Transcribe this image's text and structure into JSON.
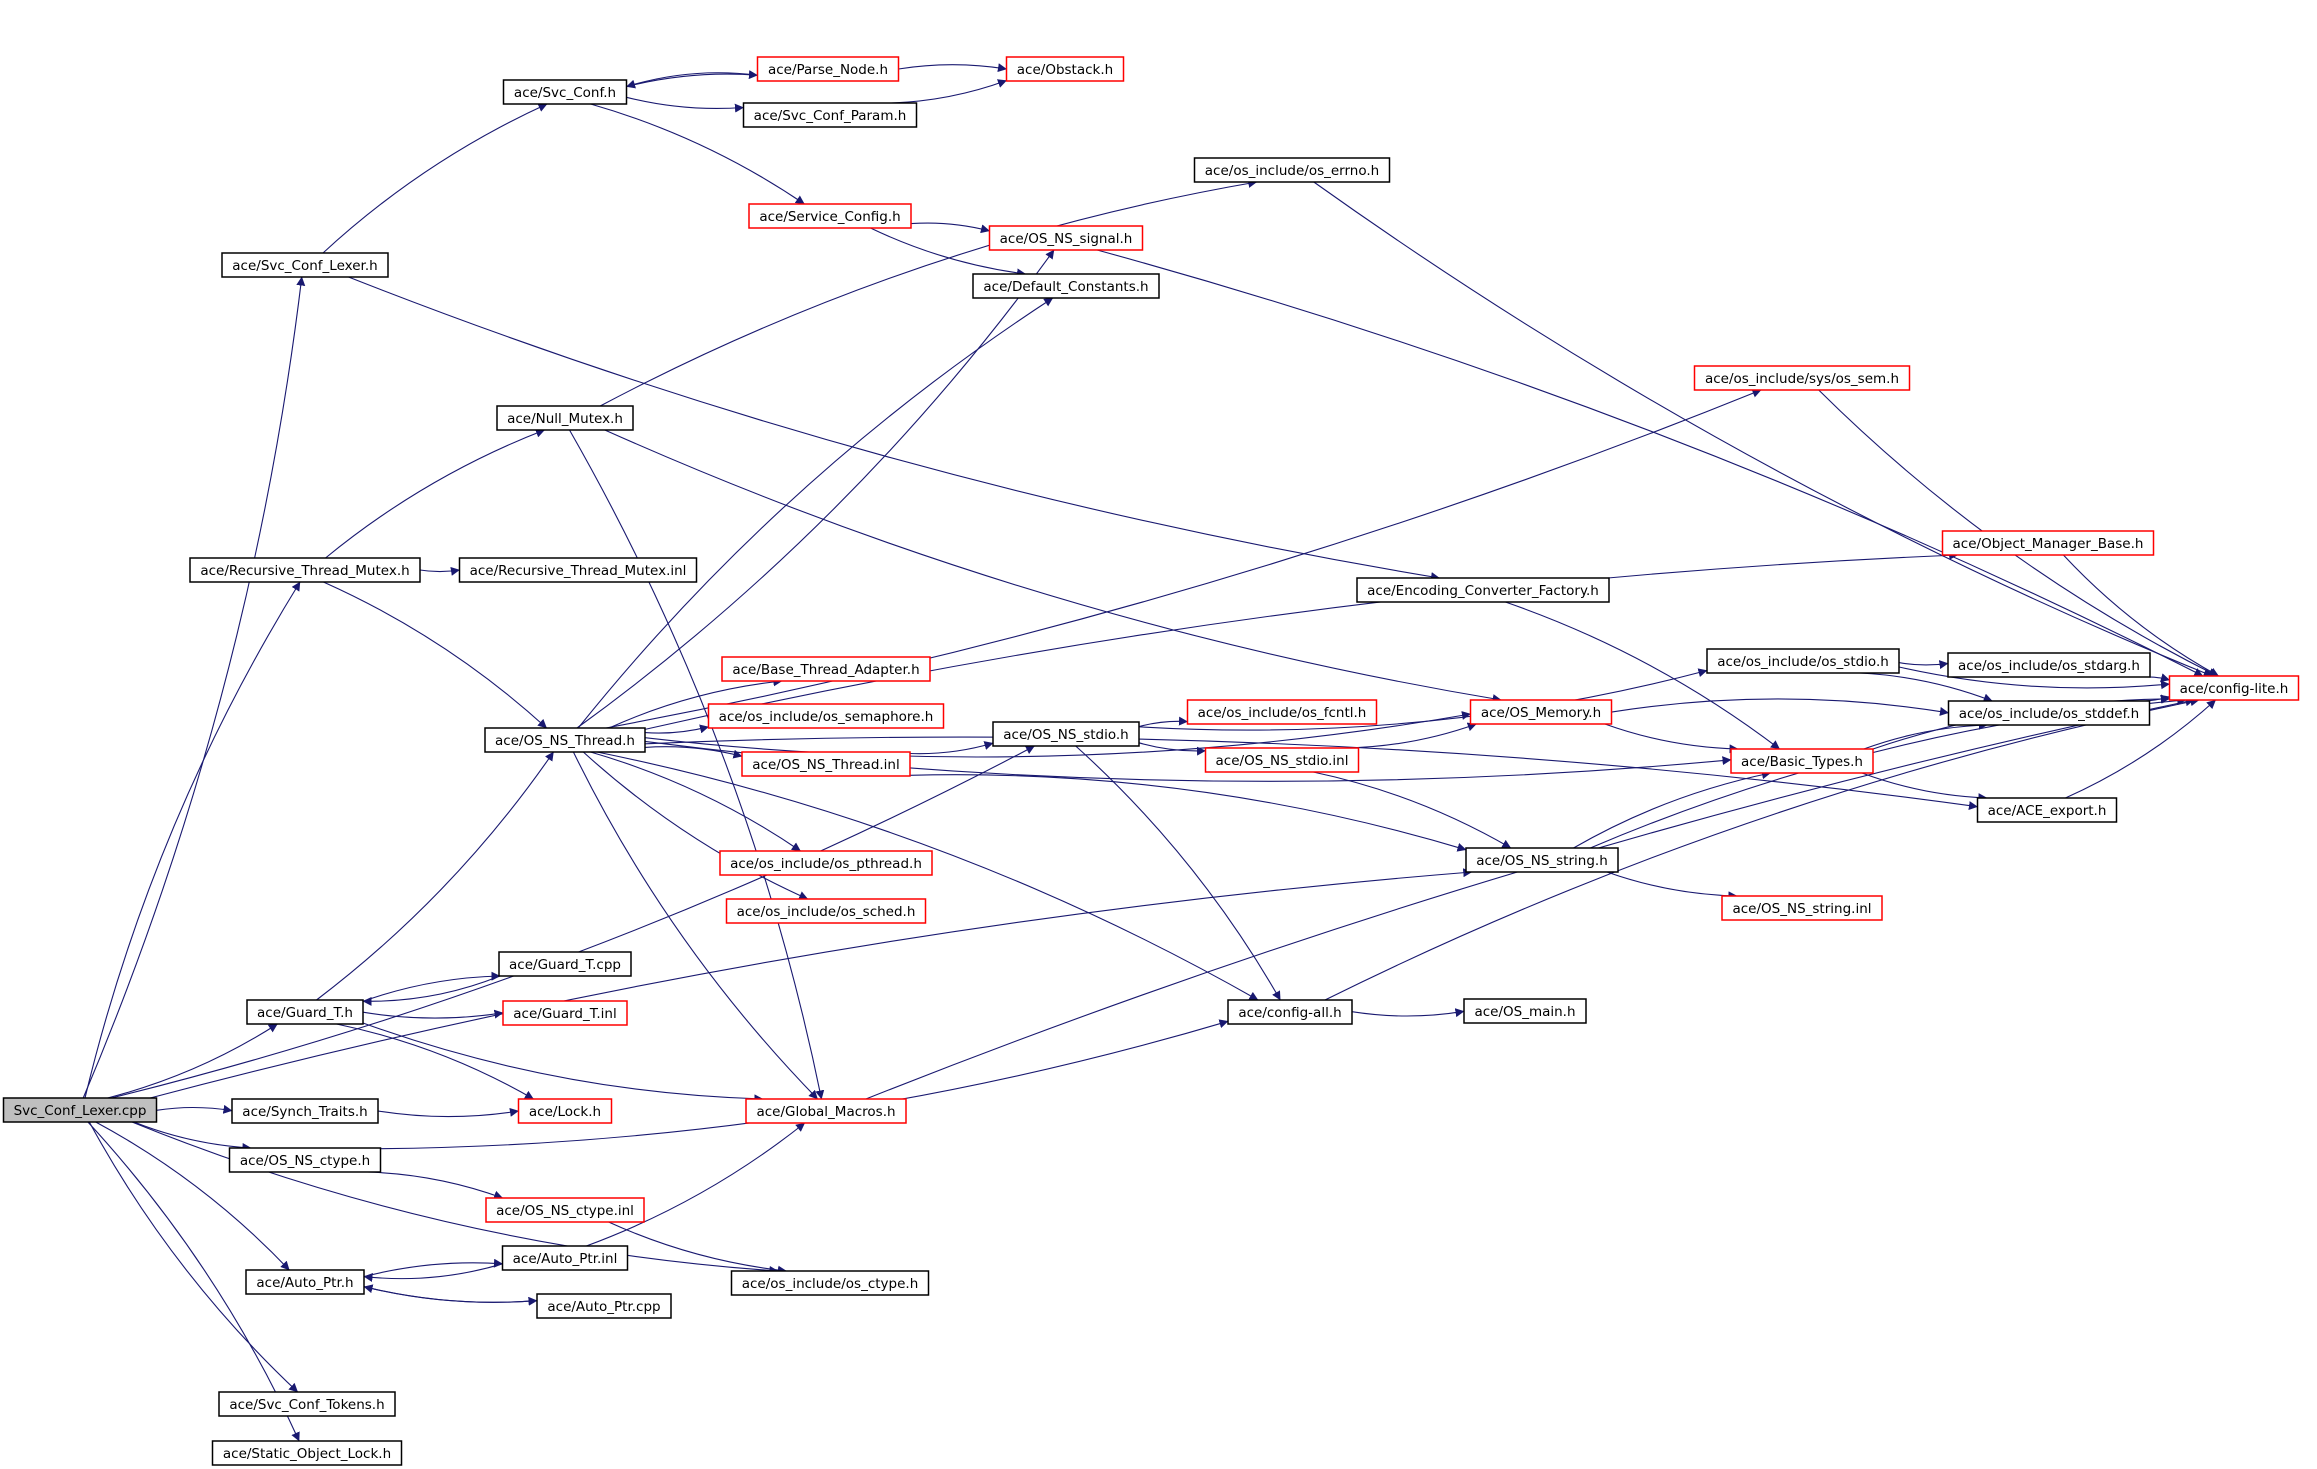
{
  "diagram": {
    "edge_color": "#191970",
    "colors": {
      "black_border": "#000000",
      "red_border": "#ff0000",
      "root_fill": "#bfbfbf"
    },
    "nodes": [
      {
        "id": "svc_conf_lexer_cpp",
        "label": "Svc_Conf_Lexer.cpp",
        "border": "black",
        "root": true
      },
      {
        "id": "svc_conf_lexer_h",
        "label": "ace/Svc_Conf_Lexer.h",
        "border": "black"
      },
      {
        "id": "svc_conf_h",
        "label": "ace/Svc_Conf.h",
        "border": "black"
      },
      {
        "id": "parse_node_h",
        "label": "ace/Parse_Node.h",
        "border": "red"
      },
      {
        "id": "obstack_h",
        "label": "ace/Obstack.h",
        "border": "red"
      },
      {
        "id": "svc_conf_param_h",
        "label": "ace/Svc_Conf_Param.h",
        "border": "black"
      },
      {
        "id": "service_config_h",
        "label": "ace/Service_Config.h",
        "border": "red"
      },
      {
        "id": "os_ns_signal_h",
        "label": "ace/OS_NS_signal.h",
        "border": "red"
      },
      {
        "id": "default_constants_h",
        "label": "ace/Default_Constants.h",
        "border": "black"
      },
      {
        "id": "os_errno_h",
        "label": "ace/os_include/os_errno.h",
        "border": "black"
      },
      {
        "id": "config_lite_h",
        "label": "ace/config-lite.h",
        "border": "red"
      },
      {
        "id": "null_mutex_h",
        "label": "ace/Null_Mutex.h",
        "border": "black"
      },
      {
        "id": "sys_os_sem_h",
        "label": "ace/os_include/sys/os_sem.h",
        "border": "red"
      },
      {
        "id": "rec_thread_mutex_h",
        "label": "ace/Recursive_Thread_Mutex.h",
        "border": "black"
      },
      {
        "id": "rec_thread_mutex_inl",
        "label": "ace/Recursive_Thread_Mutex.inl",
        "border": "black"
      },
      {
        "id": "object_manager_base_h",
        "label": "ace/Object_Manager_Base.h",
        "border": "red"
      },
      {
        "id": "encoding_converter_factory_h",
        "label": "ace/Encoding_Converter_Factory.h",
        "border": "black"
      },
      {
        "id": "base_thread_adapter_h",
        "label": "ace/Base_Thread_Adapter.h",
        "border": "red"
      },
      {
        "id": "os_stdio_h",
        "label": "ace/os_include/os_stdio.h",
        "border": "black"
      },
      {
        "id": "os_stdarg_h",
        "label": "ace/os_include/os_stdarg.h",
        "border": "black"
      },
      {
        "id": "os_semaphore_h",
        "label": "ace/os_include/os_semaphore.h",
        "border": "red"
      },
      {
        "id": "os_ns_thread_h",
        "label": "ace/OS_NS_Thread.h",
        "border": "black"
      },
      {
        "id": "os_ns_stdio_h",
        "label": "ace/OS_NS_stdio.h",
        "border": "black"
      },
      {
        "id": "os_fcntl_h",
        "label": "ace/os_include/os_fcntl.h",
        "border": "red"
      },
      {
        "id": "os_memory_h",
        "label": "ace/OS_Memory.h",
        "border": "red"
      },
      {
        "id": "os_stddef_h",
        "label": "ace/os_include/os_stddef.h",
        "border": "black"
      },
      {
        "id": "os_ns_thread_inl",
        "label": "ace/OS_NS_Thread.inl",
        "border": "red"
      },
      {
        "id": "os_ns_stdio_inl",
        "label": "ace/OS_NS_stdio.inl",
        "border": "red"
      },
      {
        "id": "basic_types_h",
        "label": "ace/Basic_Types.h",
        "border": "red"
      },
      {
        "id": "ace_export_h",
        "label": "ace/ACE_export.h",
        "border": "black"
      },
      {
        "id": "os_ns_string_h",
        "label": "ace/OS_NS_string.h",
        "border": "black"
      },
      {
        "id": "os_pthread_h",
        "label": "ace/os_include/os_pthread.h",
        "border": "red"
      },
      {
        "id": "os_sched_h",
        "label": "ace/os_include/os_sched.h",
        "border": "red"
      },
      {
        "id": "os_ns_string_inl",
        "label": "ace/OS_NS_string.inl",
        "border": "red"
      },
      {
        "id": "guard_t_cpp",
        "label": "ace/Guard_T.cpp",
        "border": "black"
      },
      {
        "id": "guard_t_h",
        "label": "ace/Guard_T.h",
        "border": "black"
      },
      {
        "id": "guard_t_inl",
        "label": "ace/Guard_T.inl",
        "border": "red"
      },
      {
        "id": "config_all_h",
        "label": "ace/config-all.h",
        "border": "black"
      },
      {
        "id": "os_main_h",
        "label": "ace/OS_main.h",
        "border": "black"
      },
      {
        "id": "synch_traits_h",
        "label": "ace/Synch_Traits.h",
        "border": "black"
      },
      {
        "id": "lock_h",
        "label": "ace/Lock.h",
        "border": "red"
      },
      {
        "id": "global_macros_h",
        "label": "ace/Global_Macros.h",
        "border": "red"
      },
      {
        "id": "os_ns_ctype_h",
        "label": "ace/OS_NS_ctype.h",
        "border": "black"
      },
      {
        "id": "os_ns_ctype_inl",
        "label": "ace/OS_NS_ctype.inl",
        "border": "red"
      },
      {
        "id": "auto_ptr_inl",
        "label": "ace/Auto_Ptr.inl",
        "border": "black"
      },
      {
        "id": "auto_ptr_h",
        "label": "ace/Auto_Ptr.h",
        "border": "black"
      },
      {
        "id": "os_ctype_h",
        "label": "ace/os_include/os_ctype.h",
        "border": "black"
      },
      {
        "id": "auto_ptr_cpp",
        "label": "ace/Auto_Ptr.cpp",
        "border": "black"
      },
      {
        "id": "svc_conf_tokens_h",
        "label": "ace/Svc_Conf_Tokens.h",
        "border": "black"
      },
      {
        "id": "static_object_lock_h",
        "label": "ace/Static_Object_Lock.h",
        "border": "black"
      }
    ],
    "edges": [
      [
        "svc_conf_lexer_cpp",
        "svc_conf_lexer_h"
      ],
      [
        "svc_conf_lexer_cpp",
        "rec_thread_mutex_h"
      ],
      [
        "svc_conf_lexer_cpp",
        "guard_t_h"
      ],
      [
        "svc_conf_lexer_cpp",
        "synch_traits_h"
      ],
      [
        "svc_conf_lexer_cpp",
        "os_ns_ctype_h"
      ],
      [
        "svc_conf_lexer_cpp",
        "auto_ptr_h"
      ],
      [
        "svc_conf_lexer_cpp",
        "svc_conf_tokens_h"
      ],
      [
        "svc_conf_lexer_cpp",
        "static_object_lock_h"
      ],
      [
        "svc_conf_lexer_cpp",
        "os_ns_stdio_h"
      ],
      [
        "svc_conf_lexer_cpp",
        "os_ns_string_h"
      ],
      [
        "svc_conf_lexer_cpp",
        "os_ctype_h"
      ],
      [
        "svc_conf_lexer_h",
        "svc_conf_h"
      ],
      [
        "svc_conf_lexer_h",
        "encoding_converter_factory_h"
      ],
      [
        "svc_conf_h",
        "parse_node_h"
      ],
      [
        "svc_conf_h",
        "svc_conf_param_h"
      ],
      [
        "svc_conf_h",
        "service_config_h"
      ],
      [
        "parse_node_h",
        "svc_conf_h"
      ],
      [
        "parse_node_h",
        "obstack_h"
      ],
      [
        "svc_conf_param_h",
        "obstack_h"
      ],
      [
        "service_config_h",
        "os_ns_signal_h"
      ],
      [
        "service_config_h",
        "default_constants_h"
      ],
      [
        "os_ns_signal_h",
        "config_lite_h"
      ],
      [
        "os_errno_h",
        "config_lite_h"
      ],
      [
        "null_mutex_h",
        "os_errno_h"
      ],
      [
        "null_mutex_h",
        "os_memory_h"
      ],
      [
        "null_mutex_h",
        "global_macros_h"
      ],
      [
        "sys_os_sem_h",
        "config_lite_h"
      ],
      [
        "rec_thread_mutex_h",
        "null_mutex_h"
      ],
      [
        "rec_thread_mutex_h",
        "rec_thread_mutex_inl"
      ],
      [
        "rec_thread_mutex_h",
        "os_ns_thread_h"
      ],
      [
        "object_manager_base_h",
        "config_lite_h"
      ],
      [
        "encoding_converter_factory_h",
        "basic_types_h"
      ],
      [
        "os_ns_thread_h",
        "os_ns_signal_h"
      ],
      [
        "os_ns_thread_h",
        "default_constants_h"
      ],
      [
        "os_ns_thread_h",
        "sys_os_sem_h"
      ],
      [
        "os_ns_thread_h",
        "object_manager_base_h"
      ],
      [
        "os_ns_thread_h",
        "os_memory_h"
      ],
      [
        "os_ns_thread_h",
        "base_thread_adapter_h"
      ],
      [
        "os_ns_thread_h",
        "os_semaphore_h"
      ],
      [
        "os_ns_thread_h",
        "os_ns_thread_inl"
      ],
      [
        "os_ns_thread_h",
        "basic_types_h"
      ],
      [
        "os_ns_thread_h",
        "os_pthread_h"
      ],
      [
        "os_ns_thread_h",
        "os_sched_h"
      ],
      [
        "os_ns_thread_h",
        "config_all_h"
      ],
      [
        "os_ns_thread_h",
        "global_macros_h"
      ],
      [
        "os_ns_thread_h",
        "ace_export_h"
      ],
      [
        "os_ns_thread_inl",
        "os_ns_stdio_h"
      ],
      [
        "os_ns_thread_inl",
        "os_ns_string_h"
      ],
      [
        "os_ns_stdio_h",
        "os_stdio_h"
      ],
      [
        "os_ns_stdio_h",
        "os_fcntl_h"
      ],
      [
        "os_ns_stdio_h",
        "os_ns_stdio_inl"
      ],
      [
        "os_ns_stdio_h",
        "config_all_h"
      ],
      [
        "os_ns_stdio_inl",
        "os_memory_h"
      ],
      [
        "os_ns_stdio_inl",
        "os_ns_string_h"
      ],
      [
        "os_stdio_h",
        "os_stdarg_h"
      ],
      [
        "os_stdio_h",
        "os_stddef_h"
      ],
      [
        "os_stdio_h",
        "config_lite_h"
      ],
      [
        "os_stdarg_h",
        "config_lite_h"
      ],
      [
        "os_stddef_h",
        "config_lite_h"
      ],
      [
        "os_memory_h",
        "os_stddef_h"
      ],
      [
        "os_memory_h",
        "basic_types_h"
      ],
      [
        "basic_types_h",
        "config_lite_h"
      ],
      [
        "basic_types_h",
        "ace_export_h"
      ],
      [
        "basic_types_h",
        "os_stddef_h"
      ],
      [
        "ace_export_h",
        "config_lite_h"
      ],
      [
        "os_ns_string_h",
        "basic_types_h"
      ],
      [
        "os_ns_string_h",
        "os_ns_string_inl"
      ],
      [
        "os_ns_string_h",
        "config_lite_h"
      ],
      [
        "guard_t_h",
        "os_ns_thread_h"
      ],
      [
        "guard_t_h",
        "guard_t_cpp"
      ],
      [
        "guard_t_h",
        "guard_t_inl"
      ],
      [
        "guard_t_h",
        "lock_h"
      ],
      [
        "guard_t_h",
        "global_macros_h"
      ],
      [
        "guard_t_cpp",
        "guard_t_h"
      ],
      [
        "synch_traits_h",
        "lock_h"
      ],
      [
        "global_macros_h",
        "config_lite_h"
      ],
      [
        "config_all_h",
        "os_main_h"
      ],
      [
        "config_all_h",
        "config_lite_h"
      ],
      [
        "os_ns_ctype_h",
        "config_all_h"
      ],
      [
        "os_ns_ctype_h",
        "os_ns_ctype_inl"
      ],
      [
        "os_ns_ctype_inl",
        "os_ctype_h"
      ],
      [
        "auto_ptr_h",
        "auto_ptr_inl"
      ],
      [
        "auto_ptr_h",
        "auto_ptr_cpp"
      ],
      [
        "auto_ptr_inl",
        "auto_ptr_h"
      ],
      [
        "auto_ptr_inl",
        "global_macros_h"
      ],
      [
        "auto_ptr_cpp",
        "auto_ptr_h"
      ]
    ]
  }
}
